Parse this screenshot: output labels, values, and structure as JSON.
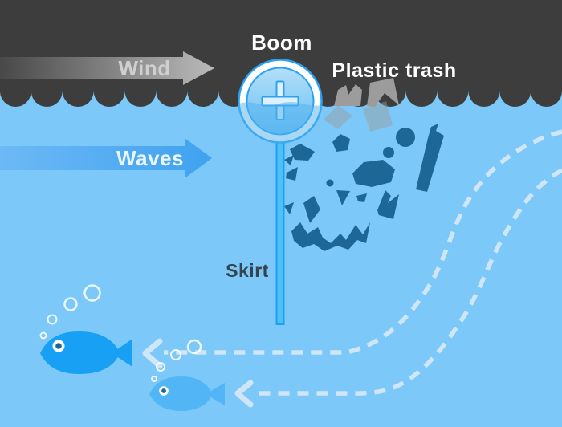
{
  "labels": {
    "wind": "Wind",
    "waves": "Waves",
    "boom": "Boom",
    "plastic_trash": "Plastic trash",
    "skirt": "Skirt"
  },
  "colors": {
    "sky": "#3d3d3d",
    "water": "#7cc8f8",
    "wind_arrow_start": "#484848",
    "wind_arrow_end": "#bababa",
    "wind_text": "#cfcfcf",
    "waves_arrow_start": "#6db9f5",
    "waves_arrow_end": "#3fa2f0",
    "waves_text": "#eaf6fe",
    "boom_text": "#ffffff",
    "plastic_trash_text": "#ffffff",
    "skirt_text": "#36424e",
    "boom_outline": "#29a2f3",
    "boom_float_fill": "#ffffff",
    "skirt_fill": "#4fc0f8",
    "trash_underwater": "#1d6796",
    "trash_surface": "#9c9c9c",
    "flow_dash": "#cfe6f7",
    "fish_large": "#18a0f4",
    "fish_small": "#52b6f6",
    "bubble_outline": "#ffffff"
  },
  "icons": {
    "wind_arrow": "right-arrow",
    "waves_arrow": "right-arrow",
    "flow_arrows": "left-chevron",
    "boom_marker": "plus-cross"
  }
}
